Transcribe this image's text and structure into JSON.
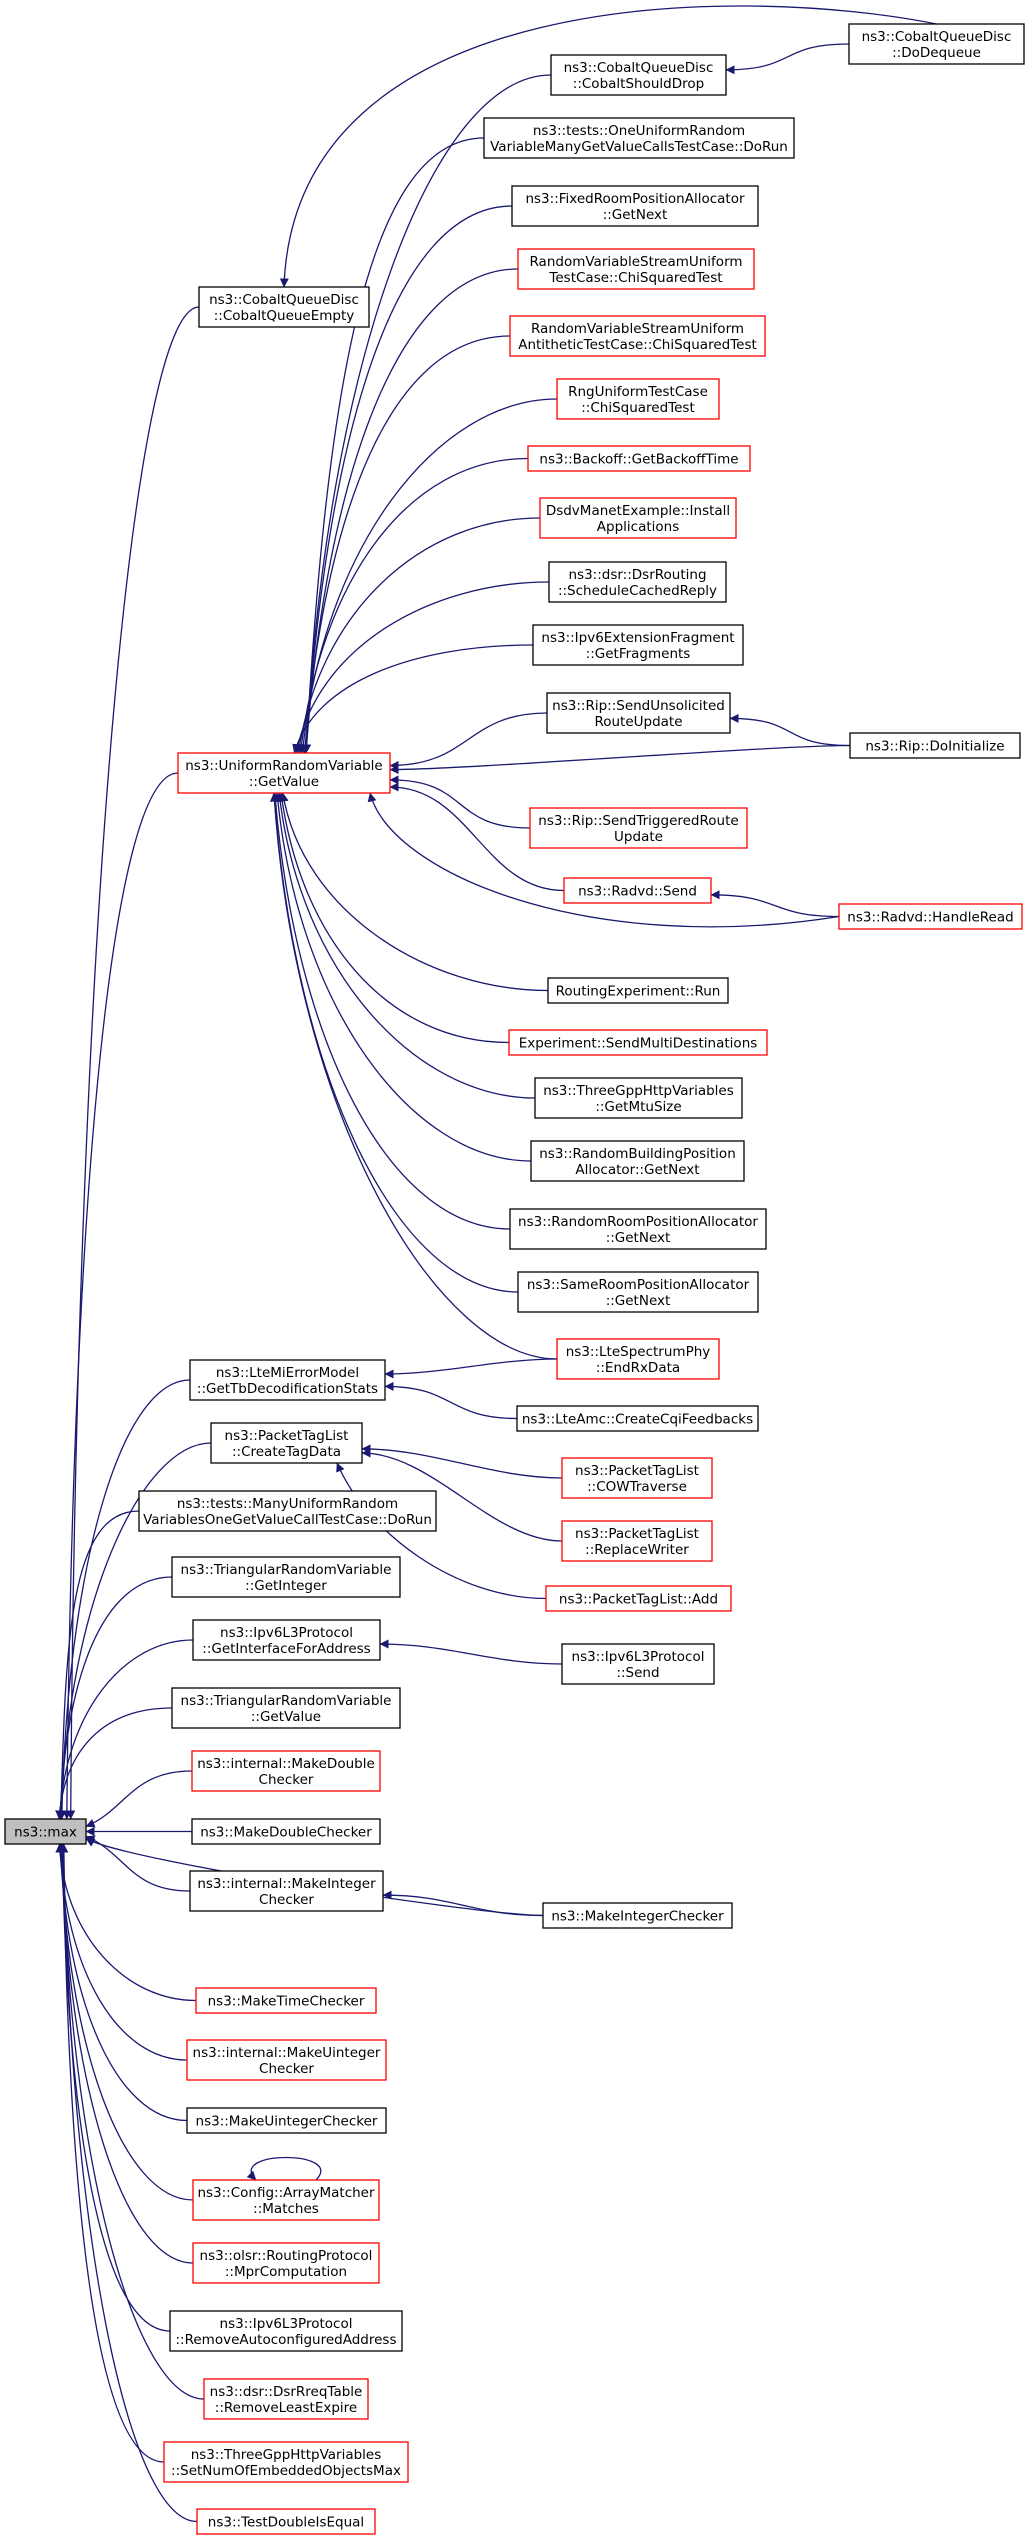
{
  "colors": {
    "edge": "#191970",
    "arrow_fill": "#191970",
    "node_border_default": "#000000",
    "node_border_truncated": "#ff0000",
    "node_fill": "#ffffff",
    "root_fill": "#bfbfbf",
    "text": "#000000"
  },
  "nodes": [
    {
      "id": "max",
      "lines": [
        "ns3::max"
      ],
      "root": true,
      "truncated": false
    },
    {
      "id": "cobalt_dodequeue",
      "lines": [
        "ns3::CobaltQueueDisc",
        "::DoDequeue"
      ],
      "truncated": false
    },
    {
      "id": "cobalt_shoulddrop",
      "lines": [
        "ns3::CobaltQueueDisc",
        "::CobaltShouldDrop"
      ],
      "truncated": false
    },
    {
      "id": "cobalt_queueempty",
      "lines": [
        "ns3::CobaltQueueDisc",
        "::CobaltQueueEmpty"
      ],
      "truncated": false
    },
    {
      "id": "one_uniform_run",
      "lines": [
        "ns3::tests::OneUniformRandom",
        "VariableManyGetValueCallsTestCase::DoRun"
      ],
      "truncated": false
    },
    {
      "id": "fixedroom_getnext",
      "lines": [
        "ns3::FixedRoomPositionAllocator",
        "::GetNext"
      ],
      "truncated": false
    },
    {
      "id": "rvs_uniform_chisq",
      "lines": [
        "RandomVariableStreamUniform",
        "TestCase::ChiSquaredTest"
      ],
      "truncated": true
    },
    {
      "id": "rvs_uniform_anti_chisq",
      "lines": [
        "RandomVariableStreamUniform",
        "AntitheticTestCase::ChiSquaredTest"
      ],
      "truncated": true
    },
    {
      "id": "rng_uniform_chisq",
      "lines": [
        "RngUniformTestCase",
        "::ChiSquaredTest"
      ],
      "truncated": true
    },
    {
      "id": "backoff_gettime",
      "lines": [
        "ns3::Backoff::GetBackoffTime"
      ],
      "truncated": true
    },
    {
      "id": "dsdv_install",
      "lines": [
        "DsdvManetExample::Install",
        "Applications"
      ],
      "truncated": true
    },
    {
      "id": "dsr_schedule",
      "lines": [
        "ns3::dsr::DsrRouting",
        "::ScheduleCachedReply"
      ],
      "truncated": false
    },
    {
      "id": "ipv6frag_get",
      "lines": [
        "ns3::Ipv6ExtensionFragment",
        "::GetFragments"
      ],
      "truncated": false
    },
    {
      "id": "rip_sendunsol",
      "lines": [
        "ns3::Rip::SendUnsolicited",
        "RouteUpdate"
      ],
      "truncated": false
    },
    {
      "id": "rip_doinit",
      "lines": [
        "ns3::Rip::DoInitialize"
      ],
      "truncated": false
    },
    {
      "id": "uniform_getvalue",
      "lines": [
        "ns3::UniformRandomVariable",
        "::GetValue"
      ],
      "truncated": true
    },
    {
      "id": "rip_sendtrig",
      "lines": [
        "ns3::Rip::SendTriggeredRoute",
        "Update"
      ],
      "truncated": true
    },
    {
      "id": "radvd_send",
      "lines": [
        "ns3::Radvd::Send"
      ],
      "truncated": true
    },
    {
      "id": "radvd_handleread",
      "lines": [
        "ns3::Radvd::HandleRead"
      ],
      "truncated": true
    },
    {
      "id": "routingexp_run",
      "lines": [
        "RoutingExperiment::Run"
      ],
      "truncated": false
    },
    {
      "id": "exp_sendmulti",
      "lines": [
        "Experiment::SendMultiDestinations"
      ],
      "truncated": true
    },
    {
      "id": "threegpp_mtu",
      "lines": [
        "ns3::ThreeGppHttpVariables",
        "::GetMtuSize"
      ],
      "truncated": false
    },
    {
      "id": "randbuilding_getnext",
      "lines": [
        "ns3::RandomBuildingPosition",
        "Allocator::GetNext"
      ],
      "truncated": false
    },
    {
      "id": "randroom_getnext",
      "lines": [
        "ns3::RandomRoomPositionAllocator",
        "::GetNext"
      ],
      "truncated": false
    },
    {
      "id": "sameroom_getnext",
      "lines": [
        "ns3::SameRoomPositionAllocator",
        "::GetNext"
      ],
      "truncated": false
    },
    {
      "id": "ltemi_gettb",
      "lines": [
        "ns3::LteMiErrorModel",
        "::GetTbDecodificationStats"
      ],
      "truncated": false
    },
    {
      "id": "ltespectrum_endrx",
      "lines": [
        "ns3::LteSpectrumPhy",
        "::EndRxData"
      ],
      "truncated": true
    },
    {
      "id": "lteamc_createcqi",
      "lines": [
        "ns3::LteAmc::CreateCqiFeedbacks"
      ],
      "truncated": false
    },
    {
      "id": "packettag_create",
      "lines": [
        "ns3::PacketTagList",
        "::CreateTagData"
      ],
      "truncated": false
    },
    {
      "id": "packettag_cow",
      "lines": [
        "ns3::PacketTagList",
        "::COWTraverse"
      ],
      "truncated": true
    },
    {
      "id": "packettag_replace",
      "lines": [
        "ns3::PacketTagList",
        "::ReplaceWriter"
      ],
      "truncated": true
    },
    {
      "id": "packettag_add",
      "lines": [
        "ns3::PacketTagList::Add"
      ],
      "truncated": true
    },
    {
      "id": "many_uniform_run",
      "lines": [
        "ns3::tests::ManyUniformRandom",
        "VariablesOneGetValueCallTestCase::DoRun"
      ],
      "truncated": false
    },
    {
      "id": "triangular_getint",
      "lines": [
        "ns3::TriangularRandomVariable",
        "::GetInteger"
      ],
      "truncated": false
    },
    {
      "id": "ipv6l3_getiface",
      "lines": [
        "ns3::Ipv6L3Protocol",
        "::GetInterfaceForAddress"
      ],
      "truncated": false
    },
    {
      "id": "ipv6l3_send",
      "lines": [
        "ns3::Ipv6L3Protocol",
        "::Send"
      ],
      "truncated": false
    },
    {
      "id": "triangular_getvalue",
      "lines": [
        "ns3::TriangularRandomVariable",
        "::GetValue"
      ],
      "truncated": false
    },
    {
      "id": "internal_makedouble",
      "lines": [
        "ns3::internal::MakeDouble",
        "Checker"
      ],
      "truncated": true
    },
    {
      "id": "makedouble",
      "lines": [
        "ns3::MakeDoubleChecker"
      ],
      "truncated": false
    },
    {
      "id": "internal_makeinteger",
      "lines": [
        "ns3::internal::MakeInteger",
        "Checker"
      ],
      "truncated": false
    },
    {
      "id": "makeinteger",
      "lines": [
        "ns3::MakeIntegerChecker"
      ],
      "truncated": false
    },
    {
      "id": "maketime",
      "lines": [
        "ns3::MakeTimeChecker"
      ],
      "truncated": true
    },
    {
      "id": "internal_makeuinteger",
      "lines": [
        "ns3::internal::MakeUinteger",
        "Checker"
      ],
      "truncated": true
    },
    {
      "id": "makeuinteger",
      "lines": [
        "ns3::MakeUintegerChecker"
      ],
      "truncated": false
    },
    {
      "id": "config_arraymatcher",
      "lines": [
        "ns3::Config::ArrayMatcher",
        "::Matches"
      ],
      "truncated": true
    },
    {
      "id": "olsr_mpr",
      "lines": [
        "ns3::olsr::RoutingProtocol",
        "::MprComputation"
      ],
      "truncated": true
    },
    {
      "id": "ipv6l3_removeauto",
      "lines": [
        "ns3::Ipv6L3Protocol",
        "::RemoveAutoconfiguredAddress"
      ],
      "truncated": false
    },
    {
      "id": "dsr_rreq_remove",
      "lines": [
        "ns3::dsr::DsrRreqTable",
        "::RemoveLeastExpire"
      ],
      "truncated": true
    },
    {
      "id": "threegpp_setnum",
      "lines": [
        "ns3::ThreeGppHttpVariables",
        "::SetNumOfEmbeddedObjectsMax"
      ],
      "truncated": true
    },
    {
      "id": "testdoubleisequal",
      "lines": [
        "ns3::TestDoubleIsEqual"
      ],
      "truncated": true
    }
  ],
  "edges": [
    {
      "from": "cobalt_queueempty",
      "to": "max"
    },
    {
      "from": "cobalt_dodequeue",
      "to": "cobalt_queueempty"
    },
    {
      "from": "cobalt_dodequeue",
      "to": "cobalt_shoulddrop"
    },
    {
      "from": "cobalt_shoulddrop",
      "to": "uniform_getvalue"
    },
    {
      "from": "one_uniform_run",
      "to": "uniform_getvalue"
    },
    {
      "from": "fixedroom_getnext",
      "to": "uniform_getvalue"
    },
    {
      "from": "rvs_uniform_chisq",
      "to": "uniform_getvalue"
    },
    {
      "from": "rvs_uniform_anti_chisq",
      "to": "uniform_getvalue"
    },
    {
      "from": "rng_uniform_chisq",
      "to": "uniform_getvalue"
    },
    {
      "from": "backoff_gettime",
      "to": "uniform_getvalue"
    },
    {
      "from": "dsdv_install",
      "to": "uniform_getvalue"
    },
    {
      "from": "dsr_schedule",
      "to": "uniform_getvalue"
    },
    {
      "from": "ipv6frag_get",
      "to": "uniform_getvalue"
    },
    {
      "from": "rip_sendunsol",
      "to": "uniform_getvalue"
    },
    {
      "from": "rip_doinit",
      "to": "rip_sendunsol"
    },
    {
      "from": "rip_doinit",
      "to": "uniform_getvalue"
    },
    {
      "from": "rip_sendtrig",
      "to": "uniform_getvalue"
    },
    {
      "from": "radvd_send",
      "to": "uniform_getvalue"
    },
    {
      "from": "radvd_handleread",
      "to": "radvd_send"
    },
    {
      "from": "radvd_handleread",
      "to": "uniform_getvalue"
    },
    {
      "from": "routingexp_run",
      "to": "uniform_getvalue"
    },
    {
      "from": "exp_sendmulti",
      "to": "uniform_getvalue"
    },
    {
      "from": "threegpp_mtu",
      "to": "uniform_getvalue"
    },
    {
      "from": "randbuilding_getnext",
      "to": "uniform_getvalue"
    },
    {
      "from": "randroom_getnext",
      "to": "uniform_getvalue"
    },
    {
      "from": "sameroom_getnext",
      "to": "uniform_getvalue"
    },
    {
      "from": "ltespectrum_endrx",
      "to": "uniform_getvalue"
    },
    {
      "from": "uniform_getvalue",
      "to": "max"
    },
    {
      "from": "ltespectrum_endrx",
      "to": "ltemi_gettb"
    },
    {
      "from": "lteamc_createcqi",
      "to": "ltemi_gettb"
    },
    {
      "from": "ltemi_gettb",
      "to": "max"
    },
    {
      "from": "packettag_cow",
      "to": "packettag_create"
    },
    {
      "from": "packettag_replace",
      "to": "packettag_create"
    },
    {
      "from": "packettag_add",
      "to": "packettag_create"
    },
    {
      "from": "packettag_create",
      "to": "max"
    },
    {
      "from": "many_uniform_run",
      "to": "max"
    },
    {
      "from": "triangular_getint",
      "to": "max"
    },
    {
      "from": "ipv6l3_send",
      "to": "ipv6l3_getiface"
    },
    {
      "from": "ipv6l3_getiface",
      "to": "max"
    },
    {
      "from": "triangular_getvalue",
      "to": "max"
    },
    {
      "from": "internal_makedouble",
      "to": "max"
    },
    {
      "from": "makedouble",
      "to": "max"
    },
    {
      "from": "makeinteger",
      "to": "internal_makeinteger"
    },
    {
      "from": "internal_makeinteger",
      "to": "max"
    },
    {
      "from": "makeinteger",
      "to": "max"
    },
    {
      "from": "maketime",
      "to": "max"
    },
    {
      "from": "internal_makeuinteger",
      "to": "max"
    },
    {
      "from": "makeuinteger",
      "to": "max"
    },
    {
      "from": "config_arraymatcher",
      "to": "config_arraymatcher"
    },
    {
      "from": "config_arraymatcher",
      "to": "max"
    },
    {
      "from": "olsr_mpr",
      "to": "max"
    },
    {
      "from": "ipv6l3_removeauto",
      "to": "max"
    },
    {
      "from": "dsr_rreq_remove",
      "to": "max"
    },
    {
      "from": "threegpp_setnum",
      "to": "max"
    },
    {
      "from": "testdoubleisequal",
      "to": "max"
    }
  ]
}
